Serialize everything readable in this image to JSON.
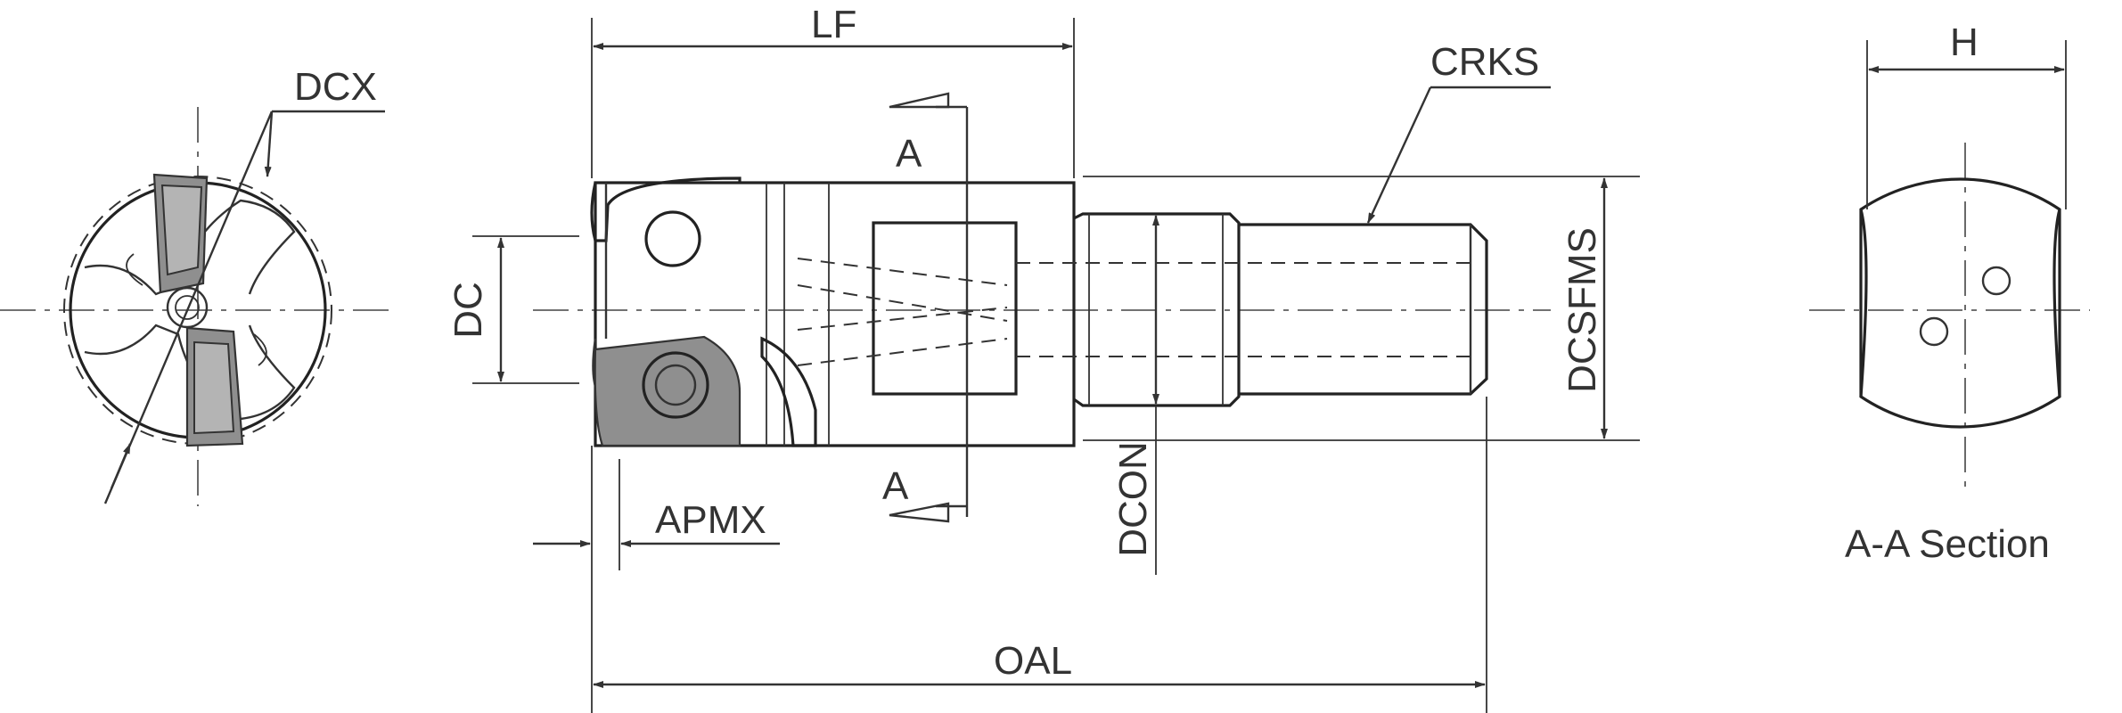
{
  "labels": {
    "lf": "LF",
    "crks": "CRKS",
    "h": "H",
    "dcx": "DCX",
    "dc": "DC",
    "dcsfms": "DCSFMS",
    "dcon": "DCON",
    "apmx": "APMX",
    "oal": "OAL",
    "section_mark_top": "A",
    "section_mark_bottom": "A",
    "section_caption": "A-A Section"
  },
  "colors": {
    "line": "#333333",
    "insert_fill": "#8f8f8f",
    "background": "#ffffff"
  }
}
